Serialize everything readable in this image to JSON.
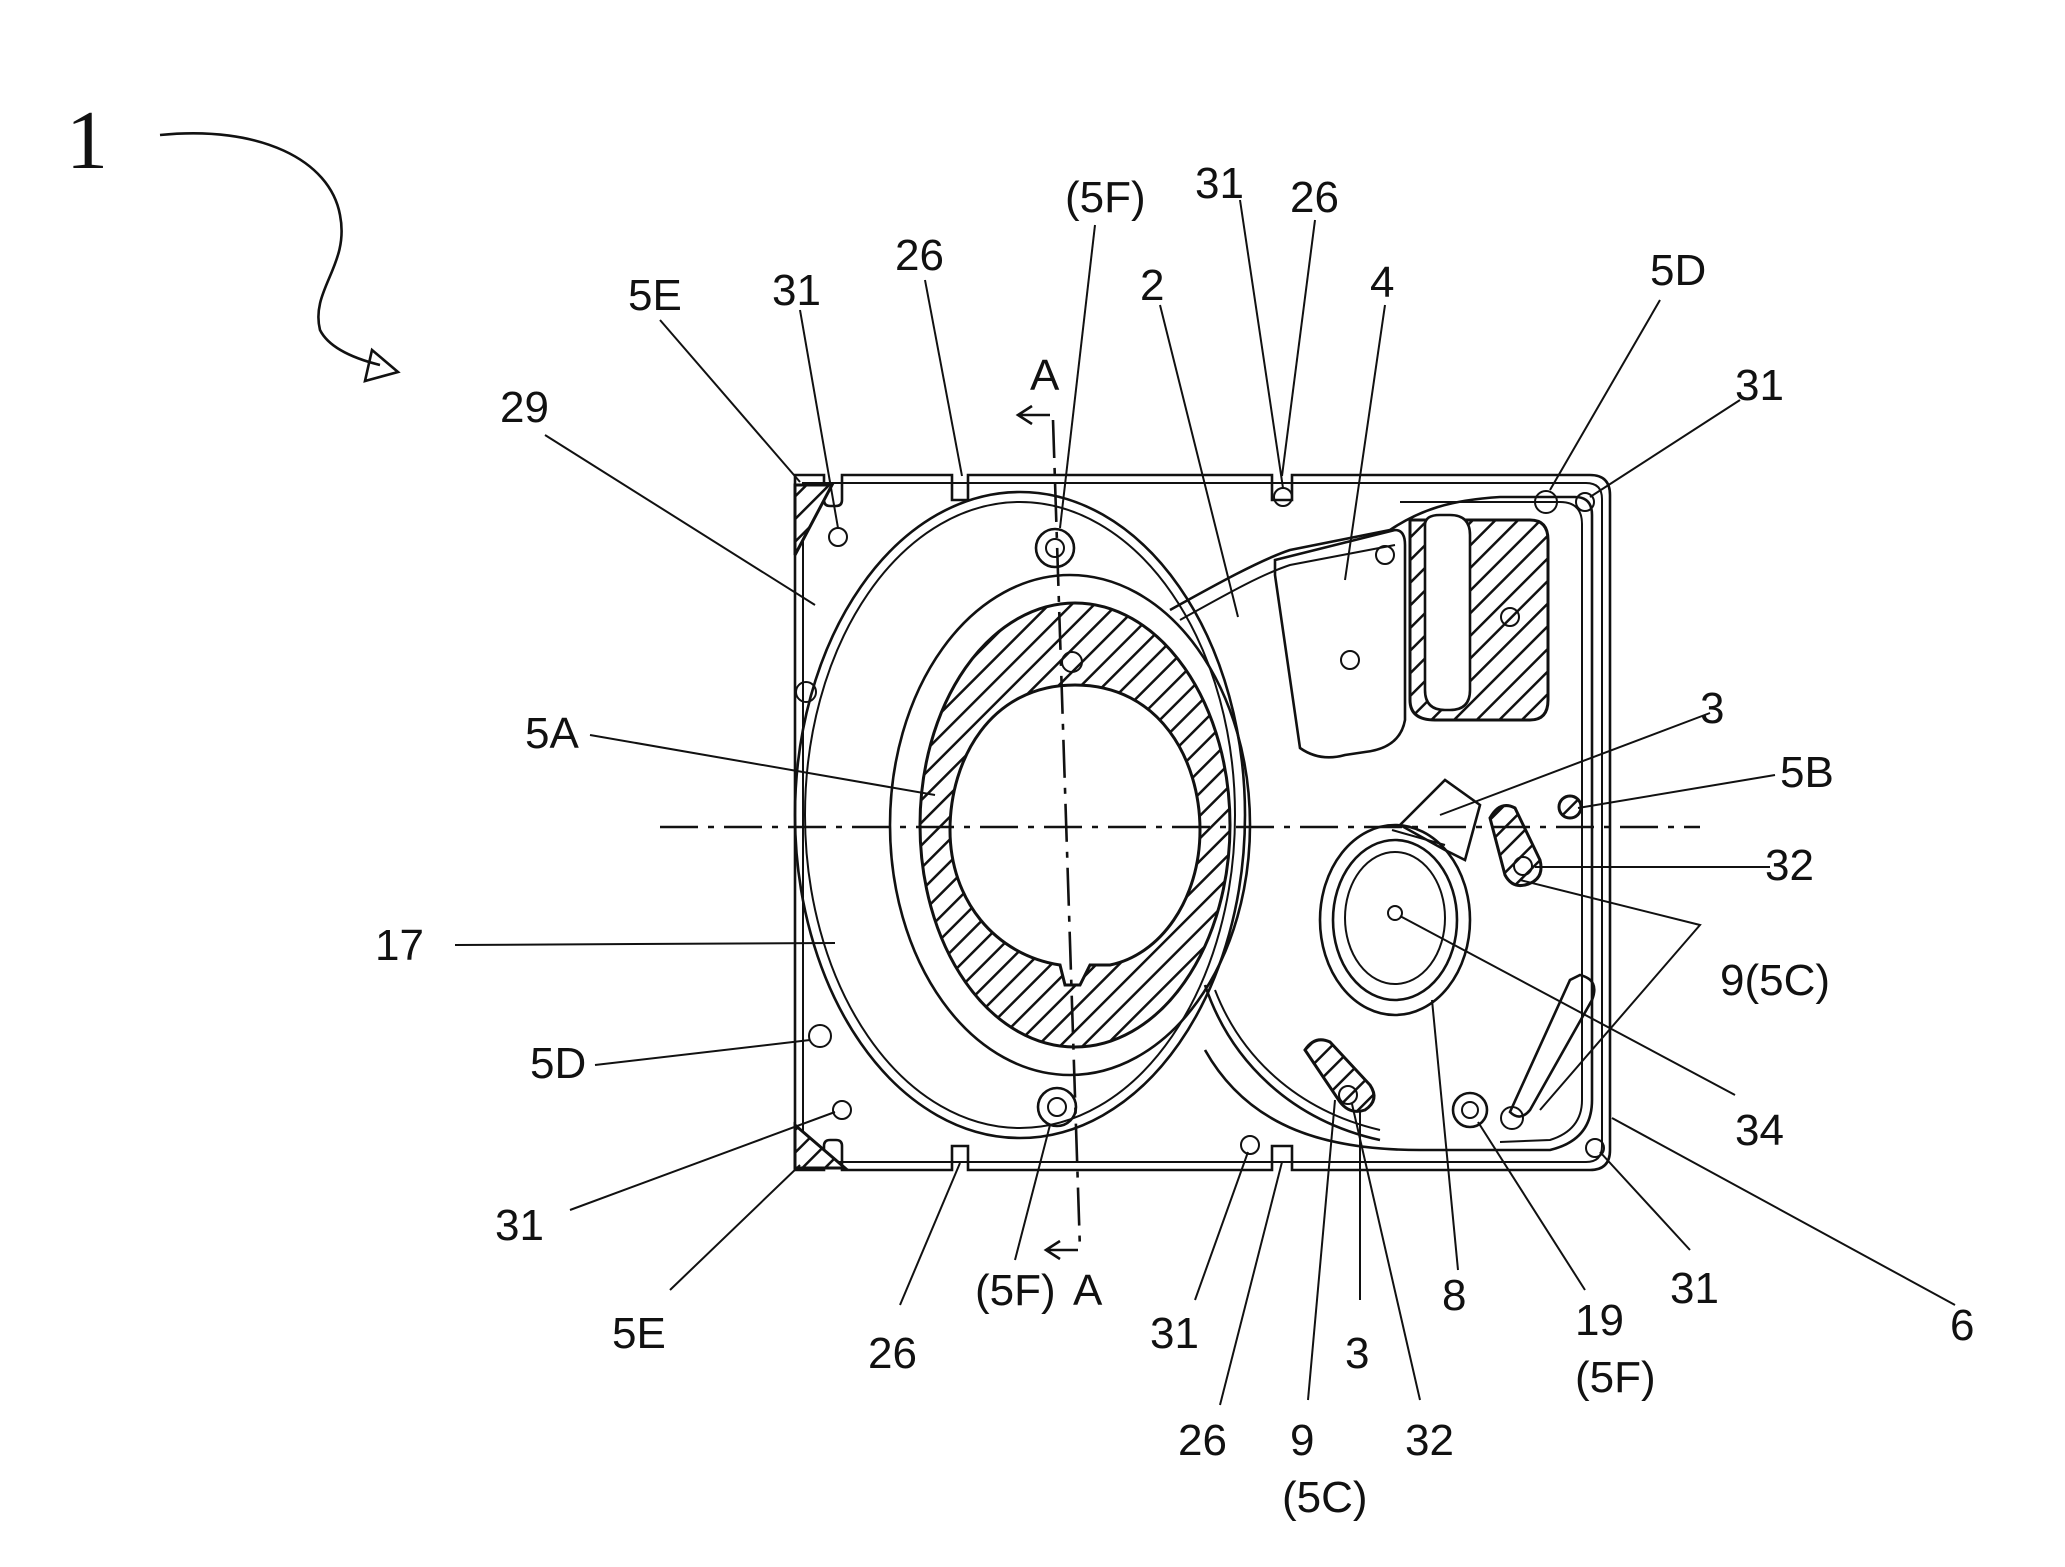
{
  "figure_number": "1",
  "labels": {
    "l_5F_top": "(5F)",
    "l_31_top": "31",
    "l_26_top_right": "26",
    "l_26_top_left": "26",
    "l_5E_top": "5E",
    "l_31_top_left": "31",
    "l_2": "2",
    "l_4": "4",
    "l_5D_top": "5D",
    "l_31_right_top": "31",
    "l_A_top": "A",
    "l_29": "29",
    "l_3_right": "3",
    "l_5A": "5A",
    "l_5B": "5B",
    "l_32_right": "32",
    "l_9_5C_right": "9(5C)",
    "l_17": "17",
    "l_5D_left": "5D",
    "l_34": "34",
    "l_31_left_bottom": "31",
    "l_6": "6",
    "l_31_right_bottom": "31",
    "l_5E_bottom": "5E",
    "l_26_bottom_left": "26",
    "l_5F_bottom": "(5F)",
    "l_A_bottom": "A",
    "l_31_bottom": "31",
    "l_8": "8",
    "l_19": "19",
    "l_5F_19": "(5F)",
    "l_3_bottom": "3",
    "l_26_bottom": "26",
    "l_9_bottom": "9",
    "l_32_bottom": "32",
    "l_5C_bottom": "(5C)"
  }
}
